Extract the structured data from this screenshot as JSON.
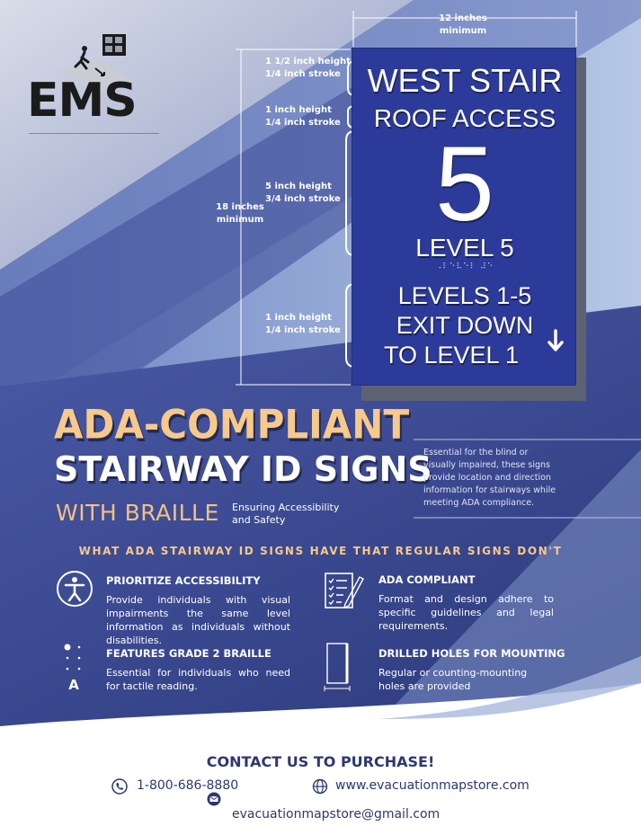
{
  "brand": {
    "name": "EMS"
  },
  "dimensions": {
    "width": "12 inches",
    "width_note": "minimum",
    "height": "18 inches",
    "height_note": "minimum",
    "line1": [
      "1 1/2 inch height",
      "1/4 inch stroke"
    ],
    "line2": [
      "1 inch height",
      "1/4 inch stroke"
    ],
    "line3": [
      "5 inch height",
      "3/4 inch stroke"
    ],
    "line4": [
      "1 inch height",
      "1/4 inch stroke"
    ]
  },
  "sign": {
    "line_1": "WEST STAIR",
    "line_2": "ROOF ACCESS",
    "number": "5",
    "level": "LEVEL 5",
    "braille": "⠠⠇⠑⠧⠑⠇ ⠼⠑",
    "exit_1": "LEVELS 1-5",
    "exit_2": "EXIT DOWN",
    "exit_3": "TO LEVEL 1",
    "arrow": "down-arrow-icon"
  },
  "hero": {
    "line_1": "ADA-COMPLIANT",
    "line_2": "STAIRWAY ID SIGNS",
    "line_3": "WITH BRAILLE",
    "tagline_1": "Ensuring Accessibility",
    "tagline_2": "and Safety",
    "description": "Essential for the blind or visually impaired, these signs provide location and direction information for stairways while meeting ADA compliance."
  },
  "features_heading": "WHAT ADA STAIRWAY ID SIGNS HAVE THAT REGULAR SIGNS DON'T",
  "features": [
    {
      "title": "PRIORITIZE ACCESSIBILITY",
      "body": "Provide individuals with visual impairments the same level information as individuals without disabilities.",
      "icon": "accessibility-icon"
    },
    {
      "title": "ADA COMPLIANT",
      "body": "Format and design adhere to specific guidelines and legal requirements.",
      "icon": "checklist-icon"
    },
    {
      "title": "FEATURES GRADE 2 BRAILLE",
      "body": "Essential for individuals who need for tactile reading.",
      "icon": "braille-icon"
    },
    {
      "title": "DRILLED HOLES FOR MOUNTING",
      "body": "Regular or counting-mounting holes are provided",
      "icon": "mounting-holes-icon"
    }
  ],
  "contact": {
    "title": "CONTACT US TO PURCHASE!",
    "phone": "1-800-686-8880",
    "website": "www.evacuationmapstore.com",
    "email": "evacuationmapstore@gmail.com"
  },
  "colors": {
    "navy": "#2c3870",
    "sign_blue": "#2c3a9a",
    "gold": "#f7c98a"
  }
}
